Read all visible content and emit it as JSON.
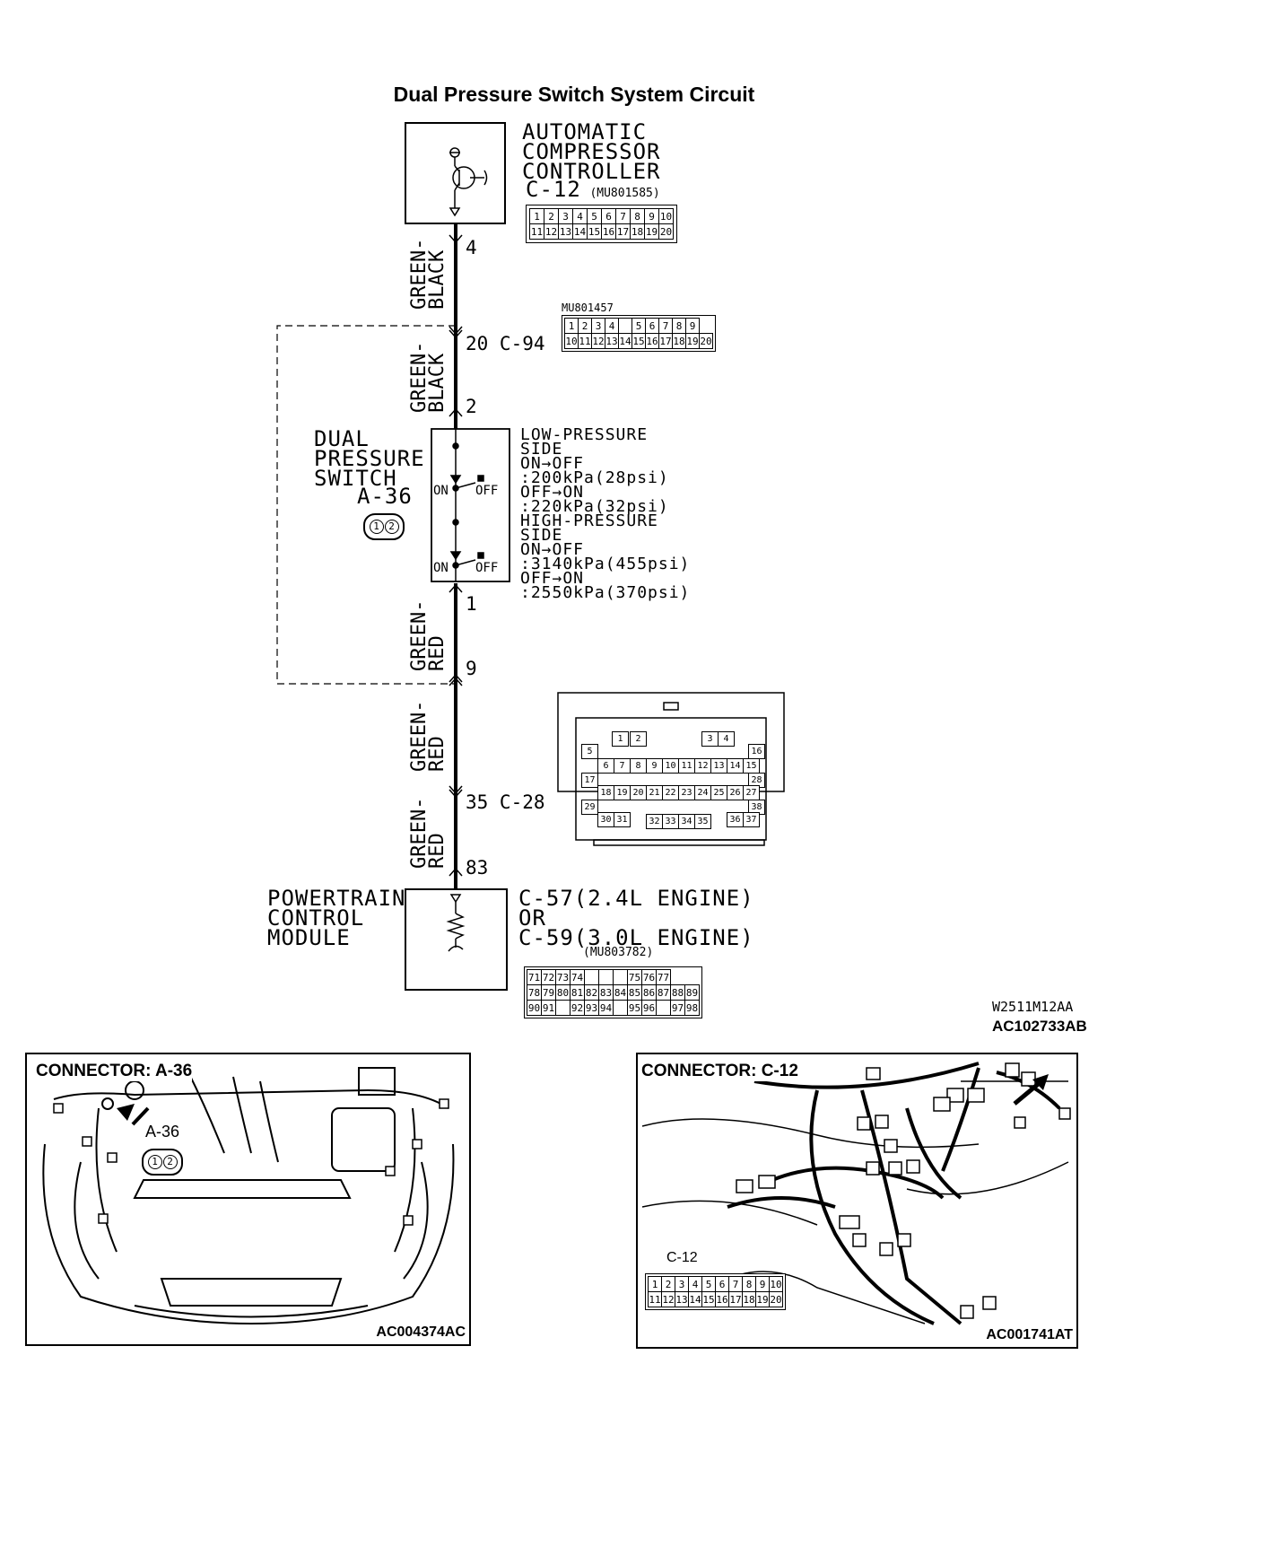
{
  "title": "Dual Pressure Switch System Circuit",
  "acc": {
    "name_line1": "AUTOMATIC",
    "name_line2": "COMPRESSOR",
    "name_line3": "CONTROLLER",
    "connector": "C-12",
    "part": "(MU801585)",
    "pins_row1": [
      "1",
      "2",
      "3",
      "4",
      "5",
      "6",
      "7",
      "8",
      "9",
      "10"
    ],
    "pins_row2": [
      "11",
      "12",
      "13",
      "14",
      "15",
      "16",
      "17",
      "18",
      "19",
      "20"
    ]
  },
  "wires": {
    "w1": {
      "line1": "GREEN-",
      "line2": "BLACK"
    },
    "w2": {
      "line1": "GREEN-",
      "line2": "BLACK"
    },
    "w3": {
      "line1": "GREEN-",
      "line2": "RED"
    },
    "w4": {
      "line1": "GREEN-",
      "line2": "RED"
    },
    "w5": {
      "line1": "GREEN-",
      "line2": "RED"
    }
  },
  "pins": {
    "acc_pin": "4",
    "c94_pin": "20 C-94",
    "dps_top": "2",
    "dps_bottom": "1",
    "junction": "9",
    "c28_pin": "35 C-28",
    "pcm_pin": "83"
  },
  "c94": {
    "part": "MU801457",
    "pins_row1": [
      "1",
      "2",
      "3",
      "4",
      "",
      "5",
      "6",
      "7",
      "8",
      "9"
    ],
    "pins_row2": [
      "10",
      "11",
      "12",
      "13",
      "14",
      "15",
      "16",
      "17",
      "18",
      "19",
      "20"
    ]
  },
  "dps": {
    "name_line1": "DUAL",
    "name_line2": "PRESSURE",
    "name_line3": "SWITCH",
    "connector": "A-36",
    "on": "ON",
    "off": "OFF",
    "spec": [
      "LOW-PRESSURE",
      "SIDE",
      "ON→OFF",
      ":200kPa(28psi)",
      "OFF→ON",
      ":220kPa(32psi)",
      "HIGH-PRESSURE",
      "SIDE",
      "ON→OFF",
      ":3140kPa(455psi)",
      "OFF→ON",
      ":2550kPa(370psi)"
    ],
    "conn_pins": [
      "1",
      "2"
    ]
  },
  "c28": {
    "pins": [
      "1",
      "2",
      "3",
      "4",
      "5",
      "6",
      "7",
      "8",
      "9",
      "10",
      "11",
      "12",
      "13",
      "14",
      "15",
      "16",
      "17",
      "18",
      "19",
      "20",
      "21",
      "22",
      "23",
      "24",
      "25",
      "26",
      "27",
      "28",
      "29",
      "30",
      "31",
      "32",
      "33",
      "34",
      "35",
      "36",
      "37",
      "38"
    ]
  },
  "pcm": {
    "name_line1": "POWERTRAIN",
    "name_line2": "CONTROL",
    "name_line3": "MODULE",
    "conn_line1": "C-57(2.4L ENGINE)",
    "conn_line2": "OR",
    "conn_line3": "C-59(3.0L ENGINE)",
    "part": "(MU803782)",
    "pins_row1": [
      "71",
      "72",
      "73",
      "74",
      "",
      "",
      "",
      "75",
      "76",
      "77"
    ],
    "pins_row2": [
      "78",
      "79",
      "80",
      "81",
      "82",
      "83",
      "84",
      "85",
      "86",
      "87",
      "88",
      "89"
    ],
    "pins_row3": [
      "90",
      "91",
      "",
      "92",
      "93",
      "94",
      "",
      "95",
      "96",
      "",
      "97",
      "98"
    ]
  },
  "codes": {
    "drawing": "W2511M12AA",
    "figure": "AC102733AB"
  },
  "panel_a36": {
    "title": "CONNECTOR: A-36",
    "callout": "A-36",
    "pins": [
      "1",
      "2"
    ],
    "code": "AC004374AC"
  },
  "panel_c12": {
    "title": "CONNECTOR: C-12",
    "callout": "C-12",
    "pins_row1": [
      "1",
      "2",
      "3",
      "4",
      "5",
      "6",
      "7",
      "8",
      "9",
      "10"
    ],
    "pins_row2": [
      "11",
      "12",
      "13",
      "14",
      "15",
      "16",
      "17",
      "18",
      "19",
      "20"
    ],
    "code": "AC001741AT"
  }
}
